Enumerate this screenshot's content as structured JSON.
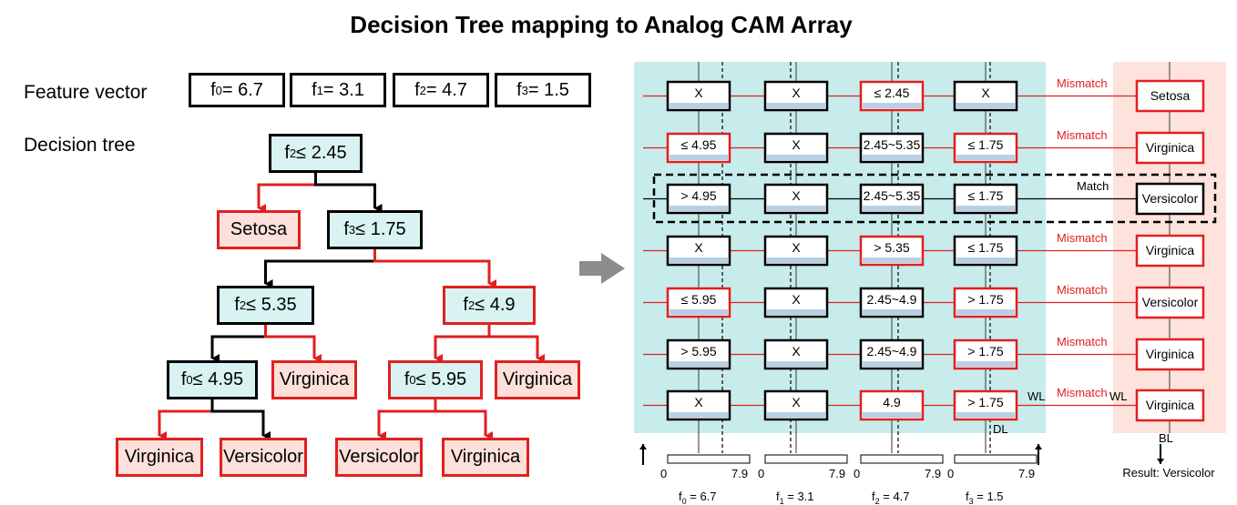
{
  "title": "Decision Tree mapping to Analog CAM Array",
  "feature_vector": {
    "label": "Feature vector",
    "items": [
      {
        "name": "f",
        "sub": "0",
        "value": "6.7"
      },
      {
        "name": "f",
        "sub": "1",
        "value": "3.1"
      },
      {
        "name": "f",
        "sub": "2",
        "value": "4.7"
      },
      {
        "name": "f",
        "sub": "3",
        "value": "1.5"
      }
    ]
  },
  "decision_tree": {
    "label": "Decision tree",
    "nodes": [
      {
        "id": "root",
        "type": "decision",
        "feature": "f",
        "sub": "2",
        "cond": "≤ 2.45"
      },
      {
        "id": "setosa",
        "type": "leaf",
        "text": "Setosa"
      },
      {
        "id": "n2",
        "type": "decision",
        "feature": "f",
        "sub": "3",
        "cond": "≤ 1.75"
      },
      {
        "id": "n3",
        "type": "decision",
        "feature": "f",
        "sub": "2",
        "cond": "≤ 5.35"
      },
      {
        "id": "n4",
        "type": "decision",
        "feature": "f",
        "sub": "2",
        "cond": "≤ 4.9"
      },
      {
        "id": "n5",
        "type": "decision",
        "feature": "f",
        "sub": "0",
        "cond": "≤ 4.95"
      },
      {
        "id": "virg1",
        "type": "leaf",
        "text": "Virginica"
      },
      {
        "id": "n6",
        "type": "decision",
        "feature": "f",
        "sub": "0",
        "cond": "≤ 5.95"
      },
      {
        "id": "virg2",
        "type": "leaf",
        "text": "Virginica"
      },
      {
        "id": "virg3",
        "type": "leaf",
        "text": "Virginica"
      },
      {
        "id": "vers1",
        "type": "leaf",
        "text": "Versicolor"
      },
      {
        "id": "vers2",
        "type": "leaf",
        "text": "Versicolor"
      },
      {
        "id": "virg4",
        "type": "leaf",
        "text": "Virginica"
      }
    ]
  },
  "cam_array": {
    "rows": [
      {
        "cells": [
          {
            "text": "X",
            "red": false
          },
          {
            "text": "X",
            "red": false
          },
          {
            "text": "≤ 2.45",
            "red": true
          },
          {
            "text": "X",
            "red": false
          }
        ],
        "status": "Mismatch",
        "result": "Setosa"
      },
      {
        "cells": [
          {
            "text": "≤ 4.95",
            "red": true
          },
          {
            "text": "X",
            "red": false
          },
          {
            "text": "2.45~5.35",
            "red": false
          },
          {
            "text": "≤ 1.75",
            "red": true
          }
        ],
        "status": "Mismatch",
        "result": "Virginica"
      },
      {
        "cells": [
          {
            "text": "> 4.95",
            "red": false
          },
          {
            "text": "X",
            "red": false
          },
          {
            "text": "2.45~5.35",
            "red": false
          },
          {
            "text": "≤ 1.75",
            "red": false
          }
        ],
        "status": "Match",
        "result": "Versicolor"
      },
      {
        "cells": [
          {
            "text": "X",
            "red": false
          },
          {
            "text": "X",
            "red": false
          },
          {
            "text": "> 5.35",
            "red": true
          },
          {
            "text": "≤ 1.75",
            "red": false
          }
        ],
        "status": "Mismatch",
        "result": "Virginica"
      },
      {
        "cells": [
          {
            "text": "≤ 5.95",
            "red": true
          },
          {
            "text": "X",
            "red": false
          },
          {
            "text": "2.45~4.9",
            "red": false
          },
          {
            "text": "> 1.75",
            "red": true
          }
        ],
        "status": "Mismatch",
        "result": "Versicolor"
      },
      {
        "cells": [
          {
            "text": "> 5.95",
            "red": false
          },
          {
            "text": "X",
            "red": false
          },
          {
            "text": "2.45~4.9",
            "red": false
          },
          {
            "text": "> 1.75",
            "red": true
          }
        ],
        "status": "Mismatch",
        "result": "Virginica"
      },
      {
        "cells": [
          {
            "text": "X",
            "red": false
          },
          {
            "text": "X",
            "red": false
          },
          {
            "text": "4.9",
            "red": true
          },
          {
            "text": "> 1.75",
            "red": true
          }
        ],
        "status": "Mismatch",
        "result": "Virginica"
      }
    ],
    "wl_label": "WL",
    "dl_label": "DL",
    "bl_label": "BL",
    "axis_min": "0",
    "axis_max": "7.9",
    "axis_labels": [
      {
        "name": "f",
        "sub": "0",
        "value": "6.7"
      },
      {
        "name": "f",
        "sub": "1",
        "value": "3.1"
      },
      {
        "name": "f",
        "sub": "2",
        "value": "4.7"
      },
      {
        "name": "f",
        "sub": "3",
        "value": "1.5"
      }
    ],
    "result_label": "Result: Versicolor"
  },
  "colors": {
    "red": "#e02020",
    "cam_bg": "#c8ecec",
    "result_bg": "#fde3dc",
    "light_blue": "#b9cfe6",
    "decision_fill": "#d9f3f3",
    "leaf_fill": "#fde0da",
    "arrow_gray": "#8c8c8c"
  }
}
